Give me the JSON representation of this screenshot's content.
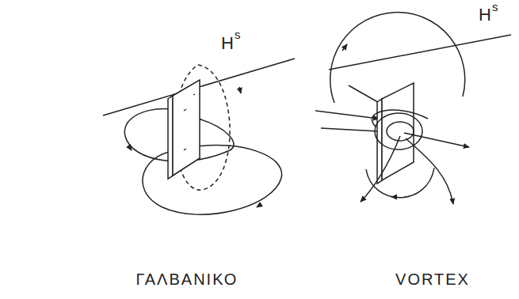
{
  "diagram": {
    "labels": [
      "H",
      "s",
      "H",
      "s",
      "ΓΑΛΒΑΝΙΚΟ",
      "VORTEX"
    ]
  }
}
